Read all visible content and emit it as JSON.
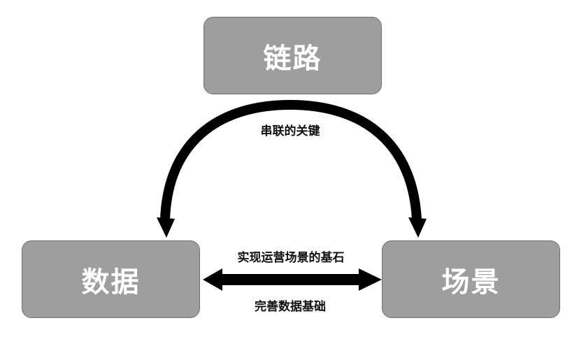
{
  "nodes": {
    "top": "链路",
    "left": "数据",
    "right": "场景"
  },
  "edges": {
    "arc_label": "串联的关键",
    "horizontal_top_label": "实现运营场景的基石",
    "horizontal_bottom_label": "完善数据基础"
  },
  "colors": {
    "node_fill": "#9e9e9e",
    "node_text": "#ffffff",
    "arrow": "#000000"
  }
}
